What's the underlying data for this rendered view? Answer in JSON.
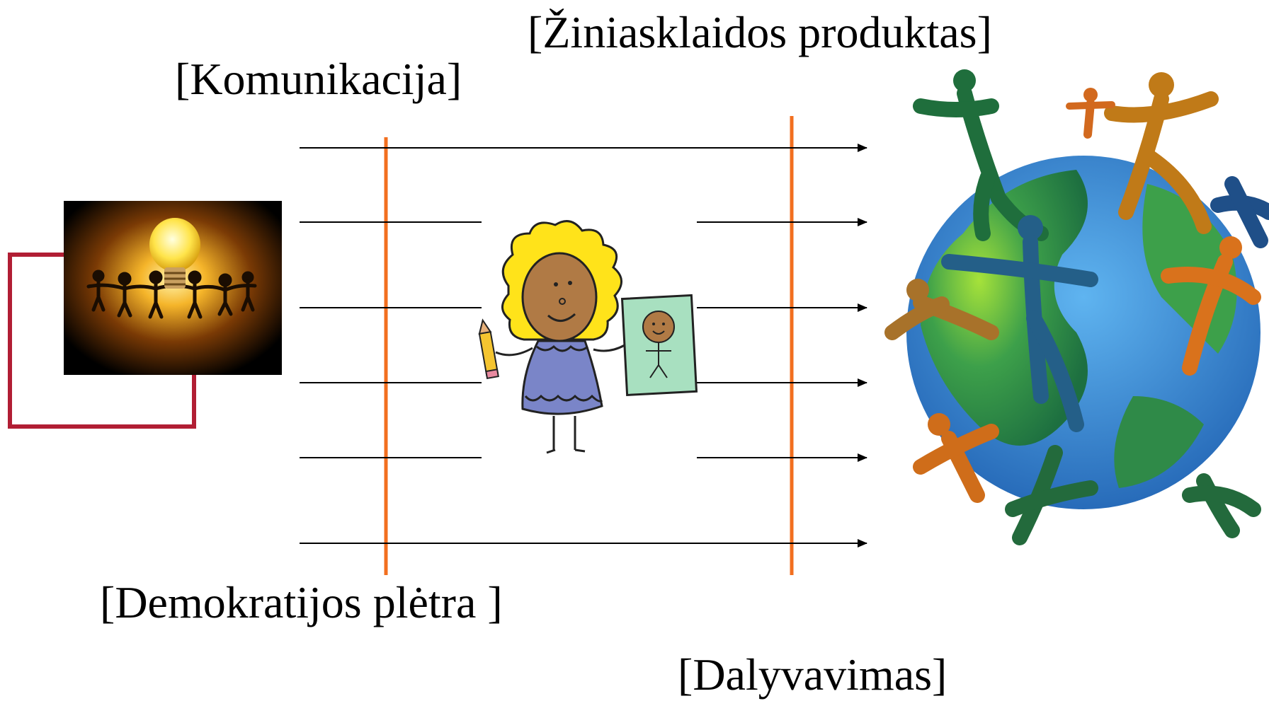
{
  "labels": {
    "media_product": "[Žiniasklaidos produktas]",
    "communication": "[Komunikacija]",
    "democracy": "[Demokratijos plėtra ]",
    "participation": "[Dalyvavimas]"
  },
  "colors": {
    "arrow": "#000000",
    "divider": "#f26f1f",
    "frame": "#b11e34"
  },
  "icons": [
    "lightbulb-people-picture",
    "child-drawing-picture",
    "globe-people-picture"
  ]
}
